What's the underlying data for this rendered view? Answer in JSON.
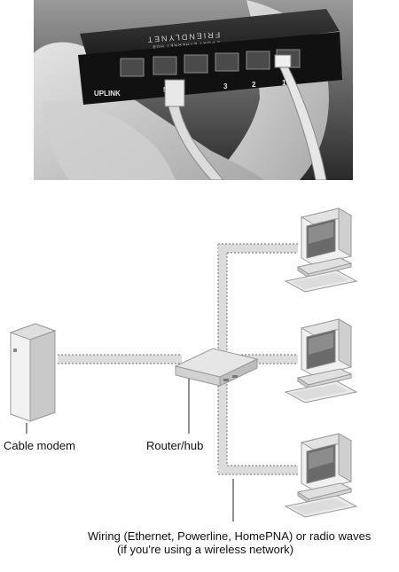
{
  "photo": {
    "brand_text": "FRIENDLYNET",
    "model_text": "5 PORT ETHERNET HUB",
    "uplink_label": "UPLINK",
    "port_labels": [
      "5",
      "3",
      "2",
      "1"
    ]
  },
  "diagram": {
    "labels": {
      "cable_modem": "Cable modem",
      "router_hub": "Router/hub",
      "wiring_line1": "Wiring (Ethernet, Powerline, HomePNA) or radio waves",
      "wiring_line2": "(if you're using a wireless network)"
    }
  }
}
